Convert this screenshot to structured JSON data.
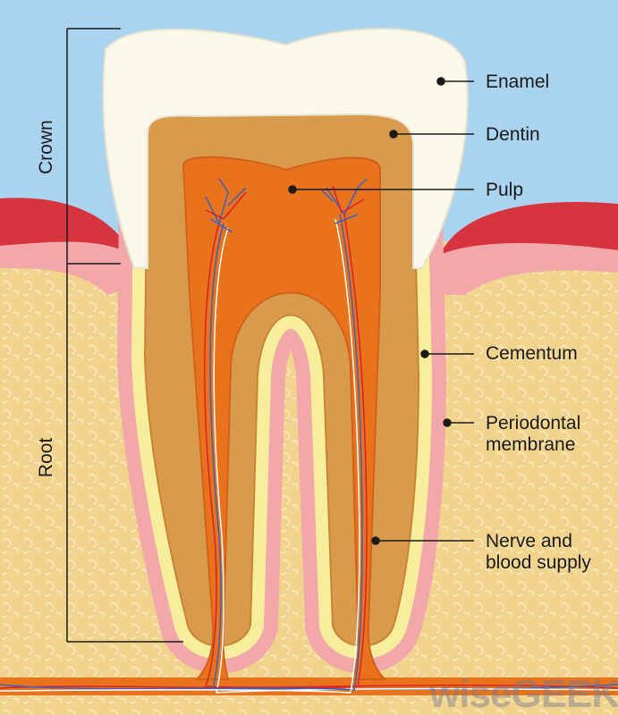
{
  "title": "Tooth anatomy",
  "labels": {
    "enamel": "Enamel",
    "dentin": "Dentin",
    "pulp": "Pulp",
    "cementum": "Cementum",
    "periodontal": "Periodontal membrane",
    "nerve": "Nerve and blood supply"
  },
  "brackets": {
    "crown": "Crown",
    "root": "Root"
  },
  "watermark": "wiseGEEK",
  "colors": {
    "sky": "#a9d3ef",
    "bone": "#f1d38e",
    "gum": "#d6353f",
    "enamel": "#fbf8ea",
    "dentin": "#d89a4c",
    "pulp": "#e8731c",
    "cementum": "#f6ee9c",
    "membrane": "#f2a8a8"
  }
}
